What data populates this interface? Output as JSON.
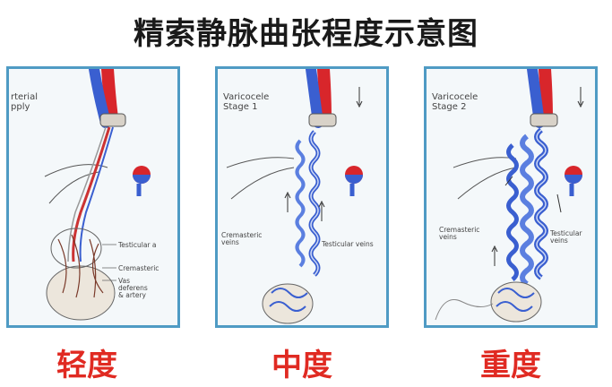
{
  "title": "精索静脉曲张程度示意图",
  "panels": [
    {
      "caption": "rterial\npply",
      "labels": [
        "Testicular a",
        "Cremasteric",
        "Vas\ndeferens\n& artery"
      ],
      "grade": "轻度"
    },
    {
      "caption": "Varicocele\nStage 1",
      "labels": [
        "Cremasteric\nveins",
        "Testicular veins"
      ],
      "grade": "中度"
    },
    {
      "caption": "Varicocele\nStage 2",
      "labels": [
        "Cremasteric\nveins",
        "Testicular\nveins"
      ],
      "grade": "重度"
    }
  ],
  "colors": {
    "border": "#4f9bc4",
    "artery": "#d8262b",
    "vein": "#3a5fd0",
    "grade_text": "#e02a22"
  }
}
